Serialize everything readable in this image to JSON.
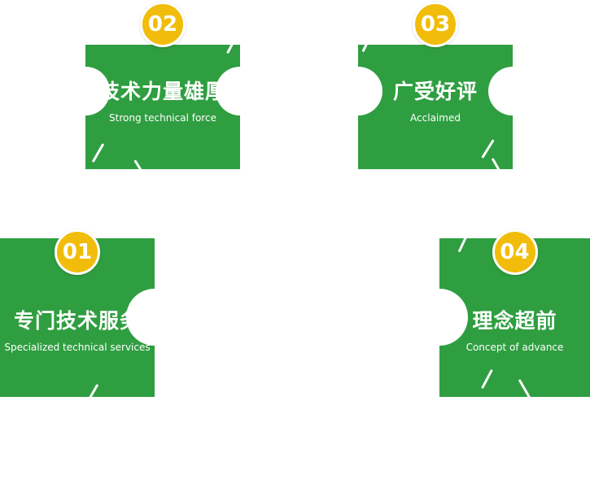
{
  "colors": {
    "green": "#2f9e41",
    "yellow": "#f1bd0a",
    "text": "#ffffff"
  },
  "cards": [
    {
      "number": "01",
      "title": "专门技术服务",
      "subtitle": "Specialized technical services"
    },
    {
      "number": "02",
      "title": "技术力量雄厚",
      "subtitle": "Strong technical force"
    },
    {
      "number": "03",
      "title": "广受好评",
      "subtitle": "Acclaimed"
    },
    {
      "number": "04",
      "title": "理念超前",
      "subtitle": "Concept of advance"
    }
  ]
}
